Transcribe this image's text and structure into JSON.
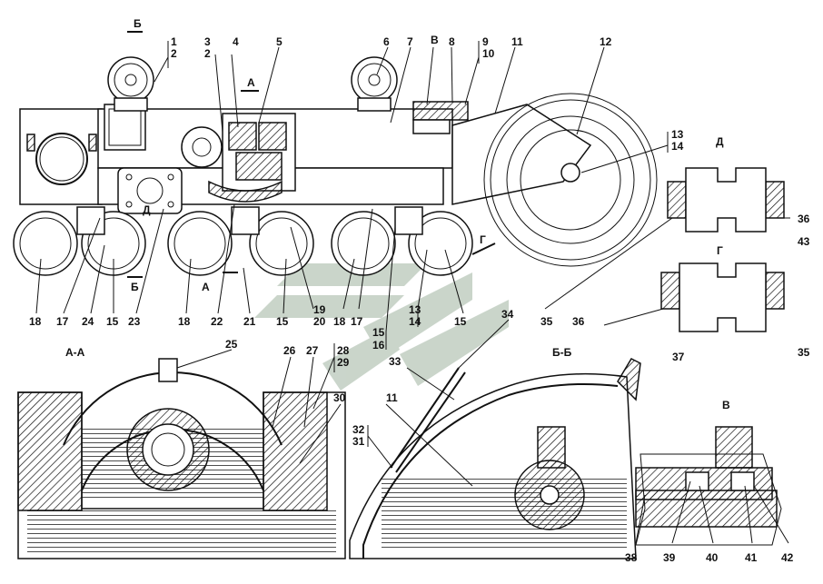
{
  "colors": {
    "ink": "#111111",
    "watermark": "#9fb3a0",
    "paper": "#ffffff"
  },
  "section_titles": {
    "aa": "А-А",
    "bb": "Б-Б",
    "view_v": "В",
    "view_d": "Д",
    "view_g": "Г"
  },
  "arrow_marks": {
    "b_top": "Б",
    "a_top": "А",
    "v_top": "В",
    "d_left": "Д",
    "b_bottom": "Б",
    "a_bottom": "А",
    "g_mid": "Г"
  },
  "callouts": {
    "c1": "1",
    "c2": "2",
    "c3": "3",
    "c2b": "2",
    "c4": "4",
    "c5": "5",
    "c6": "6",
    "c7": "7",
    "c8": "8",
    "c9": "9",
    "c10": "10",
    "c11": "11",
    "c12": "12",
    "c13": "13",
    "c14": "14",
    "c36a": "36",
    "c43": "43",
    "c18a": "18",
    "c17a": "17",
    "c24": "24",
    "c15a": "15",
    "c23": "23",
    "c18b": "18",
    "c22": "22",
    "c21": "21",
    "c15b": "15",
    "c19": "19",
    "c20": "20",
    "c18c": "18",
    "c17b": "17",
    "c15c": "15",
    "c16": "16",
    "c13b": "13",
    "c14b": "14",
    "c15d": "15",
    "c35a": "35",
    "c36b": "36",
    "c37": "37",
    "c35b": "35",
    "c25": "25",
    "c26": "26",
    "c27": "27",
    "c28": "28",
    "c29": "29",
    "c30": "30",
    "c34": "34",
    "c33": "33",
    "c11b": "11",
    "c32": "32",
    "c31": "31",
    "c38": "38",
    "c39": "39",
    "c40": "40",
    "c41": "41",
    "c42": "42"
  }
}
